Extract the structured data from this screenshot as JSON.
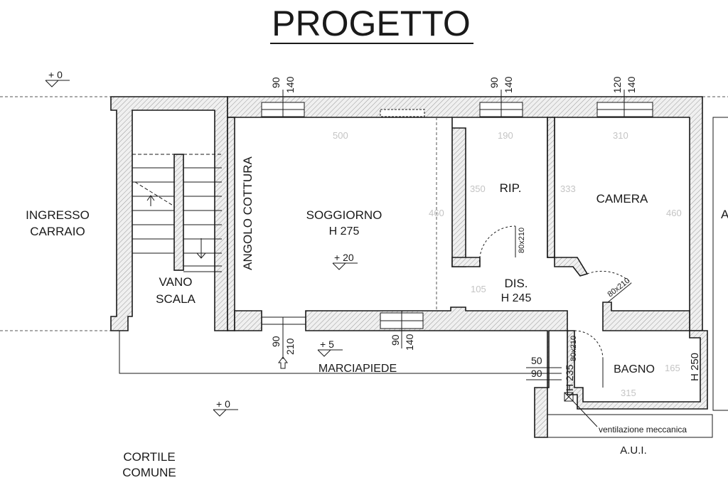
{
  "title": "PROGETTO",
  "outside": {
    "ingresso_line1": "INGRESSO",
    "ingresso_line2": "CARRAIO",
    "cortile_line1": "CORTILE",
    "cortile_line2": "COMUNE",
    "marciapiede": "MARCIAPIEDE",
    "aui": "A.U.I.",
    "right_edge_letter": "A"
  },
  "levels": {
    "top_left": "+ 0",
    "soggiorno": "+ 20",
    "marciapiede": "+ 5",
    "cortile": "+ 0"
  },
  "rooms": {
    "vano_line1": "VANO",
    "vano_line2": "SCALA",
    "angolo": "ANGOLO COTTURA",
    "soggiorno_name": "SOGGIORNO",
    "soggiorno_height": "H 275",
    "rip": "RIP.",
    "camera": "CAMERA",
    "dis_name": "DIS.",
    "dis_height": "H 245",
    "bagno": "BAGNO",
    "bagno_height": "H 250"
  },
  "openings": {
    "w1_width": "90",
    "w1_height": "140",
    "w2_width": "90",
    "w2_height": "140",
    "w3_width": "120",
    "w3_height": "140",
    "w4_width": "90",
    "w4_height": "140",
    "entry_width": "90",
    "entry_height": "210",
    "door_rip": "80x210",
    "door_camera": "80x210",
    "door_bagno": "80x210",
    "h235": "H 235",
    "dim_50": "50",
    "dim_90": "90"
  },
  "faint_dims": {
    "sog_width": "500",
    "sog_depth": "460",
    "rip_width": "190",
    "rip_depth": "350",
    "cam_width": "310",
    "cam_left": "333",
    "cam_depth": "460",
    "dis_dim": "105",
    "bagno_width": "315",
    "bagno_depth": "165"
  },
  "note": "ventilazione meccanica"
}
